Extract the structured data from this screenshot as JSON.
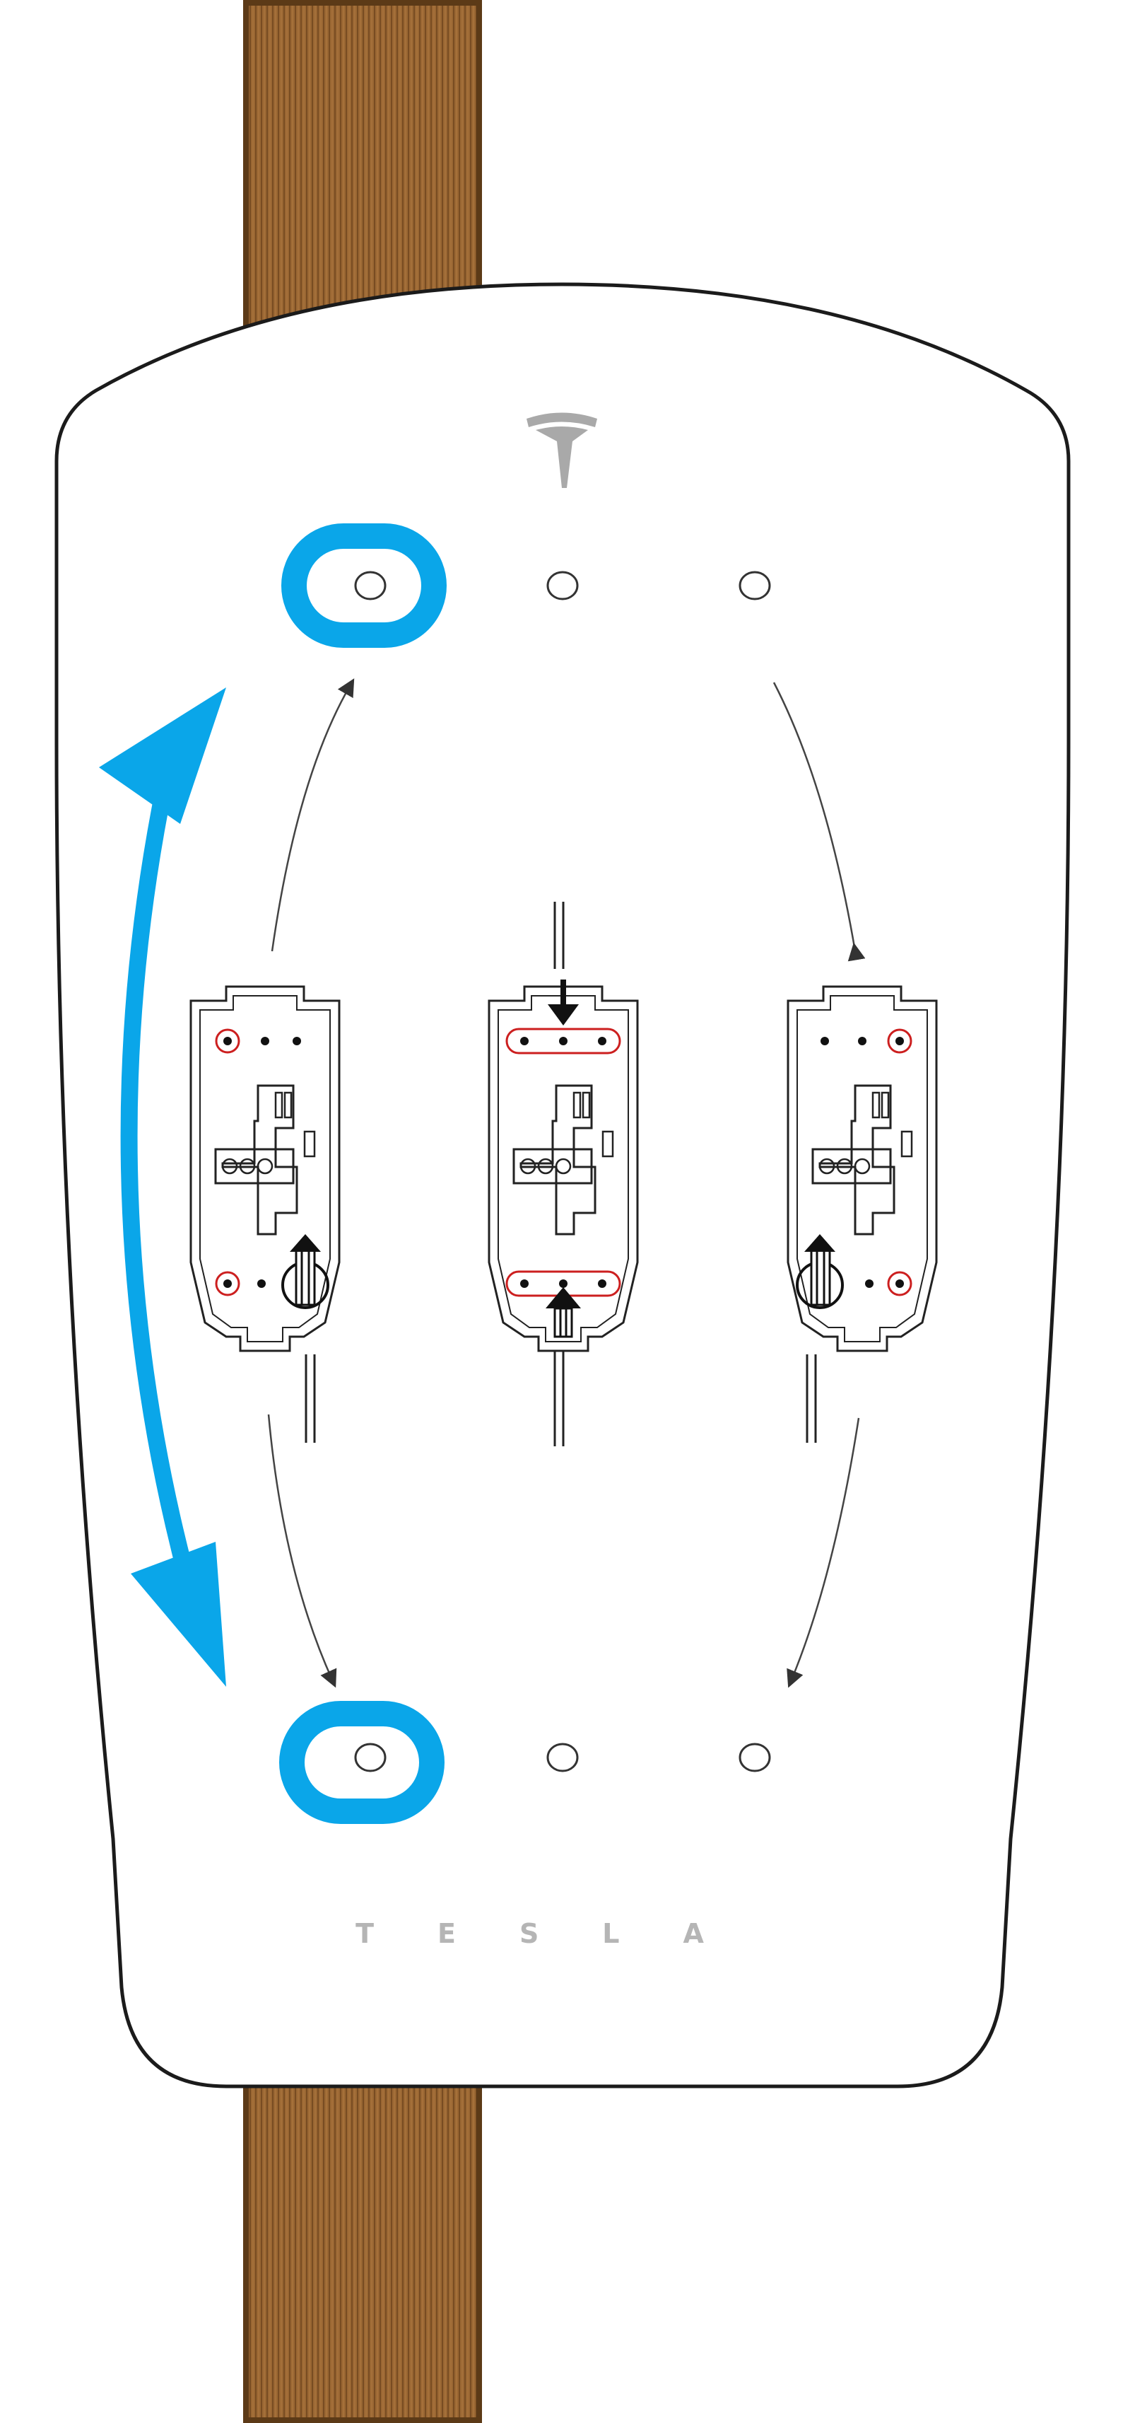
{
  "diagram": {
    "brand_wordmark": "TESLA",
    "colors": {
      "highlight": "#0aa6e9",
      "stud": "#8b5a2b",
      "stud_dark": "#5c3a17",
      "outline": "#333333",
      "red_marker": "#cc1f1f",
      "logo_gray": "#a9a9a9"
    },
    "icons": [
      "tesla-logo-icon",
      "bracket-icon",
      "double-arrow-icon"
    ],
    "brackets": [
      "left",
      "center",
      "right"
    ],
    "highlighted_holes": [
      "top-left",
      "bottom-left"
    ]
  }
}
